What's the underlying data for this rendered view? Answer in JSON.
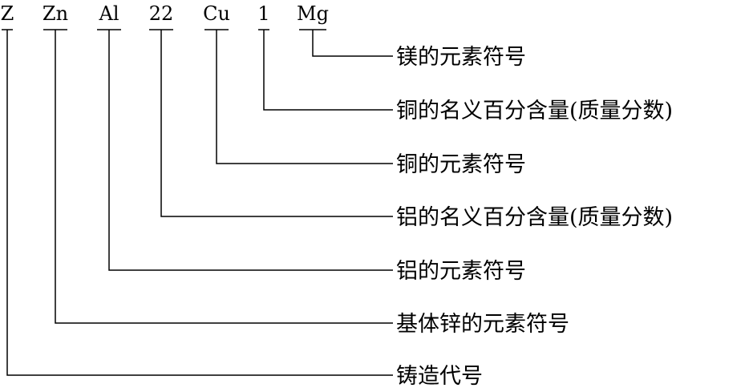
{
  "codes": [
    "Z",
    "Zn",
    "Al",
    "22",
    "Cu",
    "1",
    "Mg"
  ],
  "descriptions": [
    "镁的元素符号",
    "铜的名义百分含量(质量分数)",
    "铜的元素符号",
    "铝的名义百分含量(质量分数)",
    "铝的元素符号",
    "基体锌的元素符号",
    "铸造代号"
  ],
  "colors": {
    "line": "#000000",
    "text": "#000000",
    "background": "#ffffff"
  }
}
